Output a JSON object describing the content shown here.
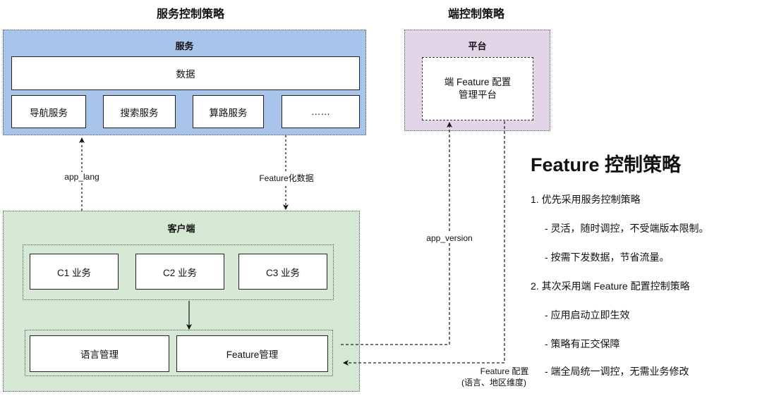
{
  "titles": {
    "service_strategy": "服务控制策略",
    "client_strategy": "端控制策略"
  },
  "service_group": {
    "label": "服务",
    "data_box": "数据",
    "services": [
      "导航服务",
      "搜索服务",
      "算路服务",
      "……"
    ],
    "color": "#a9c4eb"
  },
  "platform_group": {
    "label": "平台",
    "box_line1": "端 Feature 配置",
    "box_line2": "管理平台",
    "color": "#e1d5e7"
  },
  "client_group": {
    "label": "客户端",
    "businesses": [
      "C1 业务",
      "C2 业务",
      "C3 业务"
    ],
    "managers": [
      "语言管理",
      "Feature管理"
    ],
    "color": "#d5e8d4"
  },
  "edges": {
    "app_lang": "app_lang",
    "feature_data": "Feature化数据",
    "app_version": "app_version",
    "feature_config_line1": "Feature 配置",
    "feature_config_line2": "(语言、地区维度)"
  },
  "notes": {
    "heading": "Feature 控制策略",
    "items": [
      "1. 优先采用服务控制策略",
      "- 灵活，随时调控，不受端版本限制。",
      "- 按需下发数据，节省流量。",
      "2. 其次采用端 Feature 配置控制策略",
      "- 应用启动立即生效",
      "- 策略有正交保障",
      "- 端全局统一调控，无需业务修改"
    ]
  }
}
